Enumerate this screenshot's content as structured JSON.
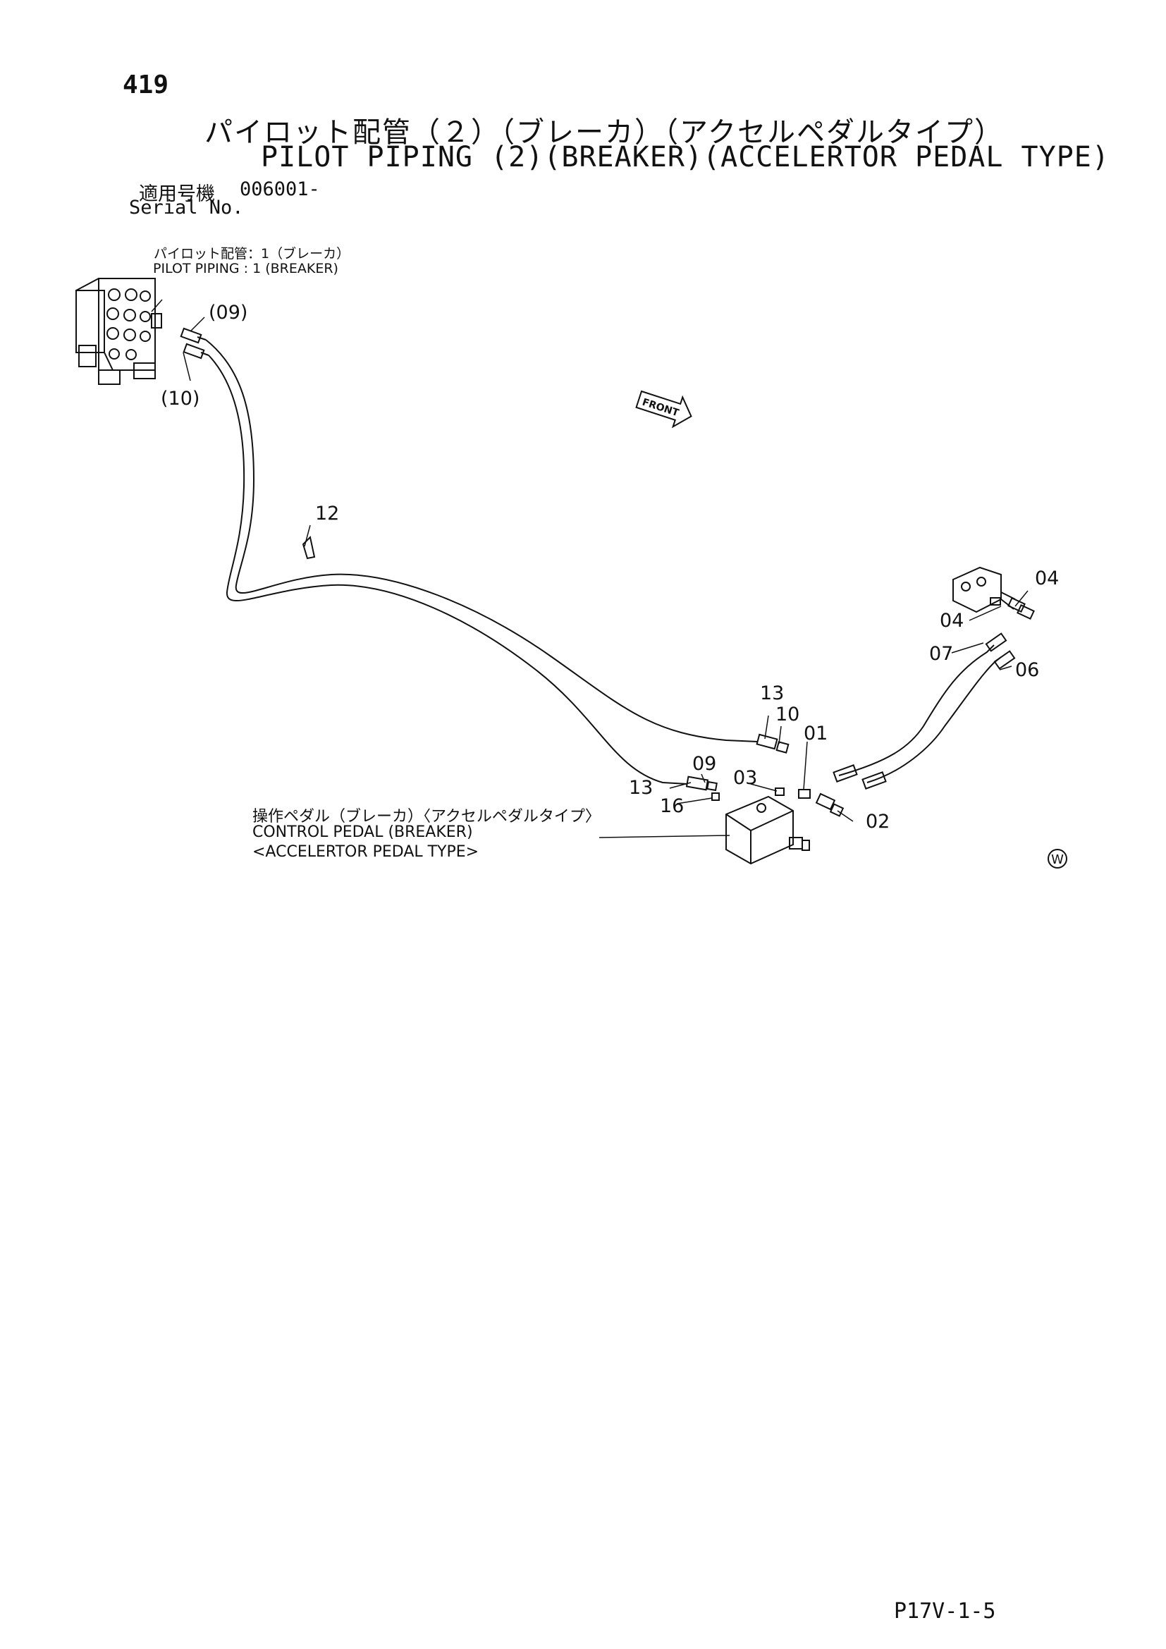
{
  "page_number": "419",
  "title_jp": "パイロット配管（２）（ブレーカ）（アクセルペダルタイプ）",
  "title_en": "PILOT PIPING (2)(BREAKER)(ACCELERTOR PEDAL TYPE)",
  "serial": {
    "label_jp": "適用号機",
    "label_en": "Serial No.",
    "value": "006001-"
  },
  "reference": {
    "jp": "パイロット配管：1（ブレーカ）",
    "en": "PILOT PIPING : 1 (BREAKER)"
  },
  "control_pedal": {
    "jp": "操作ペダル（ブレーカ）〈アクセルペダルタイプ〉",
    "en1": "CONTROL PEDAL (BREAKER)",
    "en2": "<ACCELERTOR PEDAL TYPE>"
  },
  "front_label": "FRONT",
  "w_mark": "W",
  "callouts": {
    "c09_top": "(09)",
    "c10_top": "(10)",
    "c12": "12",
    "c04_a": "04",
    "c04_b": "04",
    "c07": "07",
    "c06": "06",
    "c13_a": "13",
    "c10": "10",
    "c01": "01",
    "c09": "09",
    "c03": "03",
    "c13_b": "13",
    "c16": "16",
    "c02": "02"
  },
  "footer_code": "P17V-1-5"
}
